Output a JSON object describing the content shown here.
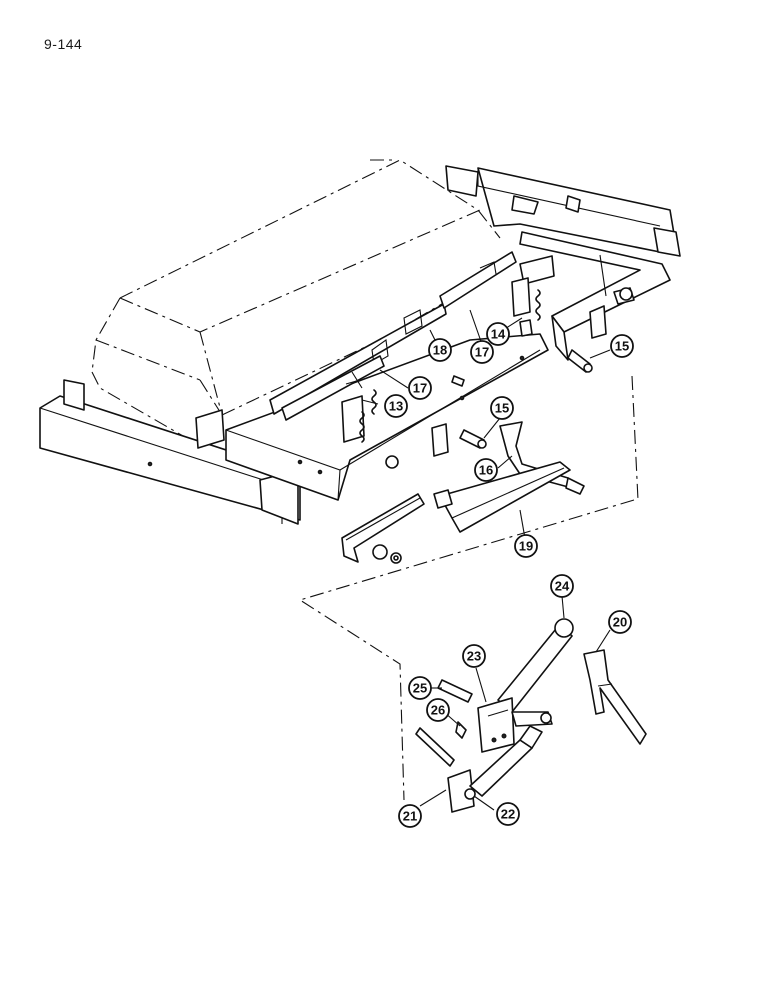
{
  "page_number": "9-144",
  "callouts": [
    "13",
    "14",
    "15",
    "15",
    "16",
    "17",
    "17",
    "18",
    "19",
    "20",
    "21",
    "22",
    "23",
    "24",
    "25",
    "26"
  ]
}
